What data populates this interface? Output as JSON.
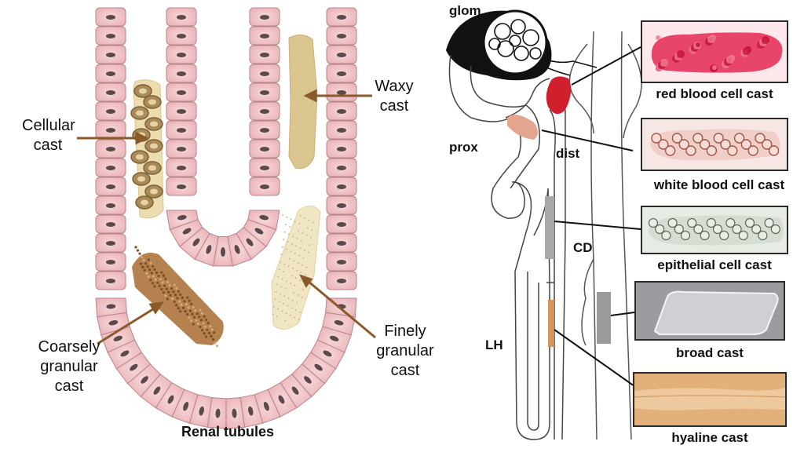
{
  "left_diagram": {
    "title": "Renal tubules",
    "labels": {
      "cellular": [
        "Cellular",
        "cast"
      ],
      "waxy": [
        "Waxy",
        "cast"
      ],
      "coarse": [
        "Coarsely",
        "granular",
        "cast"
      ],
      "fine": [
        "Finely",
        "granular",
        "cast"
      ]
    }
  },
  "right_diagram": {
    "nephron_labels": {
      "glom": "glom",
      "prox": "prox",
      "dist": "dist",
      "cd": "CD",
      "lh": "LH"
    },
    "cast_panels": [
      {
        "caption": "red blood cell cast"
      },
      {
        "caption": "white blood cell cast"
      },
      {
        "caption": "epithelial cell cast"
      },
      {
        "caption": "broad cast"
      },
      {
        "caption": "hyaline cast"
      }
    ]
  },
  "colors": {
    "tubule_cell": "#f2c5c8",
    "tubule_border": "#b8868b",
    "nucleus": "#5a4a4c",
    "arrow": "#8b5a2b",
    "waxy": "#dcc690",
    "cellular_bg": "#ecdcb0",
    "coarse": "#b5814e",
    "fine": "#f0e6c4"
  }
}
